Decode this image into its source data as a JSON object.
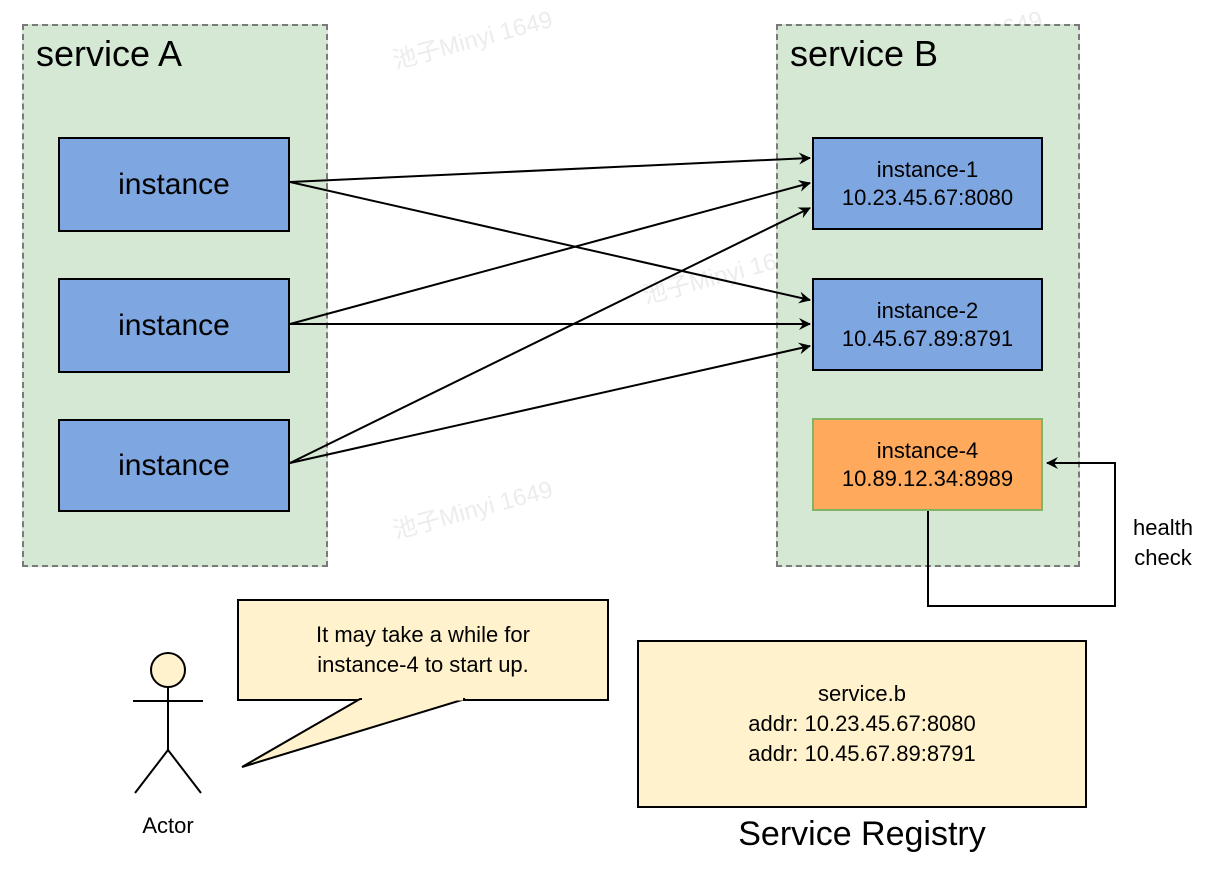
{
  "service_a": {
    "title": "service A",
    "instances": [
      "instance",
      "instance",
      "instance"
    ]
  },
  "service_b": {
    "title": "service B",
    "instances": [
      {
        "name": "instance-1",
        "addr": "10.23.45.67:8080"
      },
      {
        "name": "instance-2",
        "addr": "10.45.67.89:8791"
      },
      {
        "name": "instance-4",
        "addr": "10.89.12.34:8989"
      }
    ]
  },
  "health_check": {
    "line1": "health",
    "line2": "check"
  },
  "actor": {
    "label": "Actor"
  },
  "callout": {
    "line1": "It may take a while for",
    "line2": "instance-4 to start up."
  },
  "registry": {
    "line1": "service.b",
    "line2": "addr: 10.23.45.67:8080",
    "line3": "addr: 10.45.67.89:8791",
    "caption": "Service Registry"
  },
  "watermark_text": "池子Minyi 1649",
  "colors": {
    "group_fill": "#d5e8d4",
    "instance_blue": "#7ea6e0",
    "instance_orange": "#ffa95c",
    "note_fill": "#fff2cc",
    "actor_head": "#fff2cc"
  }
}
